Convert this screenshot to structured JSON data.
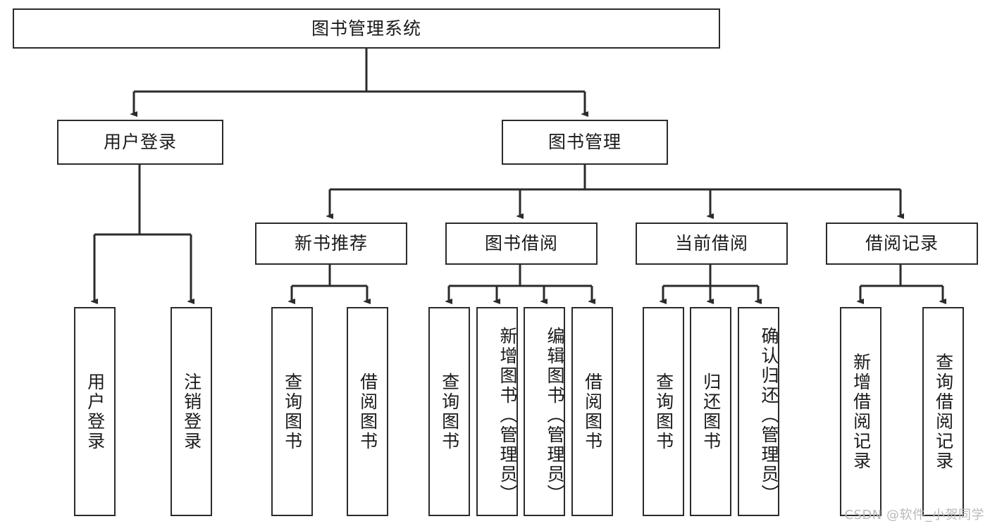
{
  "diagram": {
    "title": "图书管理系统",
    "type": "tree",
    "watermark": "CSDN @软件_小贺同学",
    "stroke_color": "#2b2b2b",
    "fill_color": "#ffffff",
    "text_color": "#1a1a1a",
    "watermark_color": "#b9b9b9",
    "nodes": {
      "root": {
        "label": "图书管理系统"
      },
      "level2": [
        {
          "label": "用户登录"
        },
        {
          "label": "图书管理"
        }
      ],
      "level3": [
        {
          "label": "新书推荐"
        },
        {
          "label": "图书借阅"
        },
        {
          "label": "当前借阅"
        },
        {
          "label": "借阅记录"
        }
      ],
      "leaves": {
        "user_login": [
          {
            "label": "用户登录"
          },
          {
            "label": "注销登录"
          }
        ],
        "new_book": [
          {
            "label": "查询图书"
          },
          {
            "label": "借阅图书"
          }
        ],
        "book_borrow": [
          {
            "label": "查询图书"
          },
          {
            "label": "新增图书（管理员）"
          },
          {
            "label": "编辑图书（管理员）"
          },
          {
            "label": "借阅图书"
          }
        ],
        "current_borrow": [
          {
            "label": "查询图书"
          },
          {
            "label": "归还图书"
          },
          {
            "label": "确认归还（管理员）"
          }
        ],
        "borrow_record": [
          {
            "label": "新增借阅记录"
          },
          {
            "label": "查询借阅记录"
          }
        ]
      }
    }
  }
}
